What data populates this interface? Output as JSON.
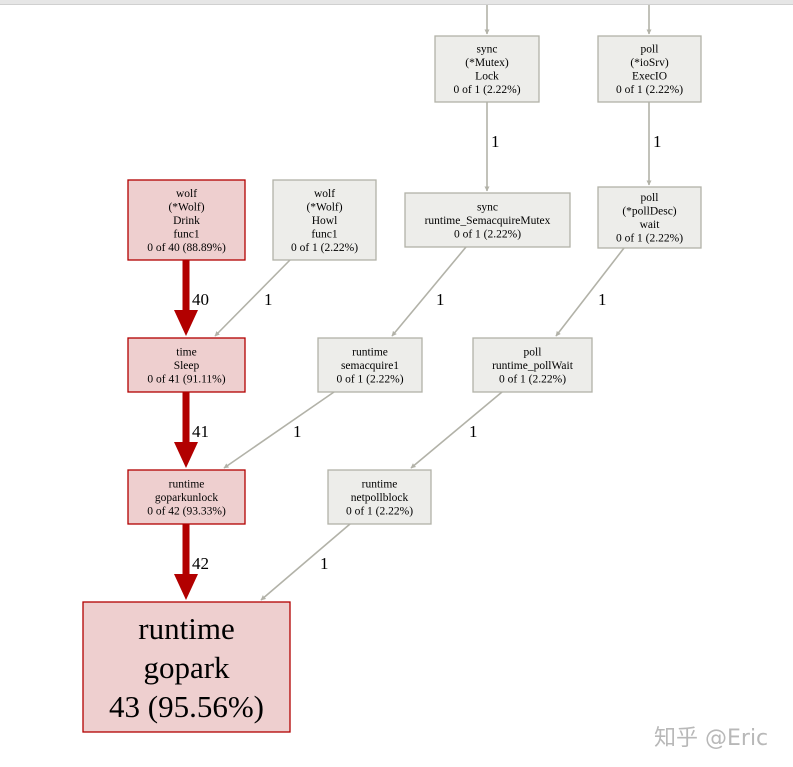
{
  "colors": {
    "hot_fill": "#eecfcf",
    "hot_stroke": "#b20000",
    "hot_edge": "#b20000",
    "cold_fill": "#ededea",
    "cold_stroke": "#b2b2a8",
    "cold_edge": "#b2b2a8"
  },
  "nodes": [
    {
      "id": "mutex_lock",
      "lines": [
        "sync",
        "(*Mutex)",
        "Lock",
        "0 of 1 (2.22%)"
      ],
      "hot": false
    },
    {
      "id": "iosrv_execio",
      "lines": [
        "poll",
        "(*ioSrv)",
        "ExecIO",
        "0 of 1 (2.22%)"
      ],
      "hot": false
    },
    {
      "id": "semacquire_mutex",
      "lines": [
        "sync",
        "runtime_SemacquireMutex",
        "0 of 1 (2.22%)"
      ],
      "hot": false
    },
    {
      "id": "polldesc_wait",
      "lines": [
        "poll",
        "(*pollDesc)",
        "wait",
        "0 of 1 (2.22%)"
      ],
      "hot": false
    },
    {
      "id": "wolf_drink",
      "lines": [
        "wolf",
        "(*Wolf)",
        "Drink",
        "func1",
        "0 of 40 (88.89%)"
      ],
      "hot": true
    },
    {
      "id": "wolf_howl",
      "lines": [
        "wolf",
        "(*Wolf)",
        "Howl",
        "func1",
        "0 of 1 (2.22%)"
      ],
      "hot": false
    },
    {
      "id": "semacquire1",
      "lines": [
        "runtime",
        "semacquire1",
        "0 of 1 (2.22%)"
      ],
      "hot": false
    },
    {
      "id": "poll_wait",
      "lines": [
        "poll",
        "runtime_pollWait",
        "0 of 1 (2.22%)"
      ],
      "hot": false
    },
    {
      "id": "time_sleep",
      "lines": [
        "time",
        "Sleep",
        "0 of 41 (91.11%)"
      ],
      "hot": true
    },
    {
      "id": "goparkunlock",
      "lines": [
        "runtime",
        "goparkunlock",
        "0 of 42 (93.33%)"
      ],
      "hot": true
    },
    {
      "id": "netpollblock",
      "lines": [
        "runtime",
        "netpollblock",
        "0 of 1 (2.22%)"
      ],
      "hot": false
    },
    {
      "id": "gopark",
      "lines": [
        "runtime",
        "gopark",
        "43 (95.56%)"
      ],
      "hot": true
    }
  ],
  "edges": [
    {
      "id": "in_mutex",
      "from": null,
      "to": "mutex_lock",
      "label": "",
      "hot": false
    },
    {
      "id": "in_iosrv",
      "from": null,
      "to": "iosrv_execio",
      "label": "",
      "hot": false
    },
    {
      "id": "mutex_to_semamutex",
      "from": "mutex_lock",
      "to": "semacquire_mutex",
      "label": "1",
      "hot": false
    },
    {
      "id": "iosrv_to_polldesc",
      "from": "iosrv_execio",
      "to": "polldesc_wait",
      "label": "1",
      "hot": false
    },
    {
      "id": "drink_to_sleep",
      "from": "wolf_drink",
      "to": "time_sleep",
      "label": "40",
      "hot": true
    },
    {
      "id": "howl_to_sleep",
      "from": "wolf_howl",
      "to": "time_sleep",
      "label": "1",
      "hot": false
    },
    {
      "id": "semamutex_to_semacquire1",
      "from": "semacquire_mutex",
      "to": "semacquire1",
      "label": "1",
      "hot": false
    },
    {
      "id": "polldesc_to_pollwait",
      "from": "polldesc_wait",
      "to": "poll_wait",
      "label": "1",
      "hot": false
    },
    {
      "id": "sleep_to_goparkunlock",
      "from": "time_sleep",
      "to": "goparkunlock",
      "label": "41",
      "hot": true
    },
    {
      "id": "semacquire1_to_goparkunlock",
      "from": "semacquire1",
      "to": "goparkunlock",
      "label": "1",
      "hot": false
    },
    {
      "id": "pollwait_to_netpollblock",
      "from": "poll_wait",
      "to": "netpollblock",
      "label": "1",
      "hot": false
    },
    {
      "id": "goparkunlock_to_gopark",
      "from": "goparkunlock",
      "to": "gopark",
      "label": "42",
      "hot": true
    },
    {
      "id": "netpollblock_to_gopark",
      "from": "netpollblock",
      "to": "gopark",
      "label": "1",
      "hot": false
    }
  ],
  "watermark": "知乎 @Eric"
}
